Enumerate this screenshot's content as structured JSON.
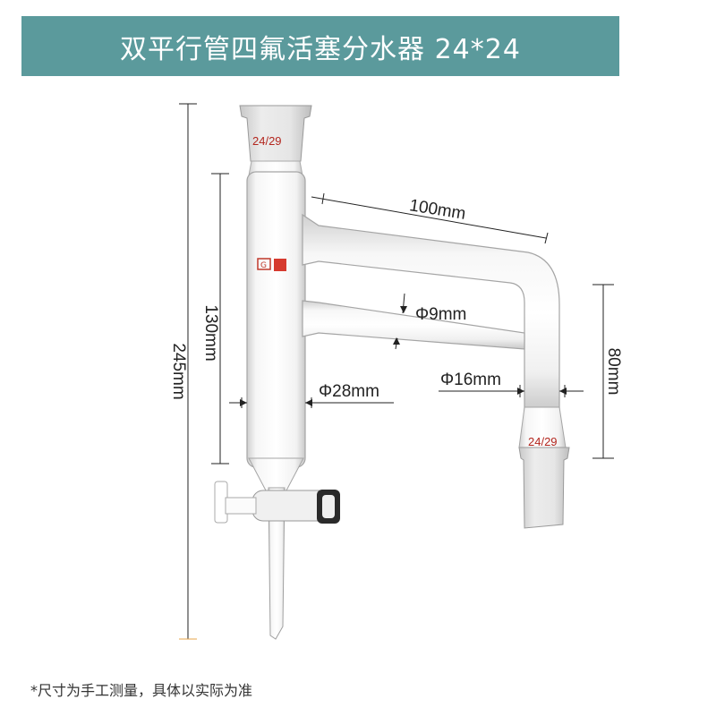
{
  "title": "双平行管四氟活塞分水器 24*24",
  "dimensions": {
    "total_height": "245mm",
    "body_height": "130mm",
    "arm_length": "100mm",
    "small_tube_diameter": "Φ9mm",
    "body_diameter": "Φ28mm",
    "side_tube_diameter": "Φ16mm",
    "side_height": "80mm"
  },
  "joints": {
    "top": "24/29",
    "side": "24/29"
  },
  "note": "*尺寸为手工测量，具体以实际为准",
  "colors": {
    "title_bg": "#5b9a9c",
    "joint_label": "#b3261e",
    "dim_line": "#222222",
    "accent_tick": "#e7a64a"
  }
}
